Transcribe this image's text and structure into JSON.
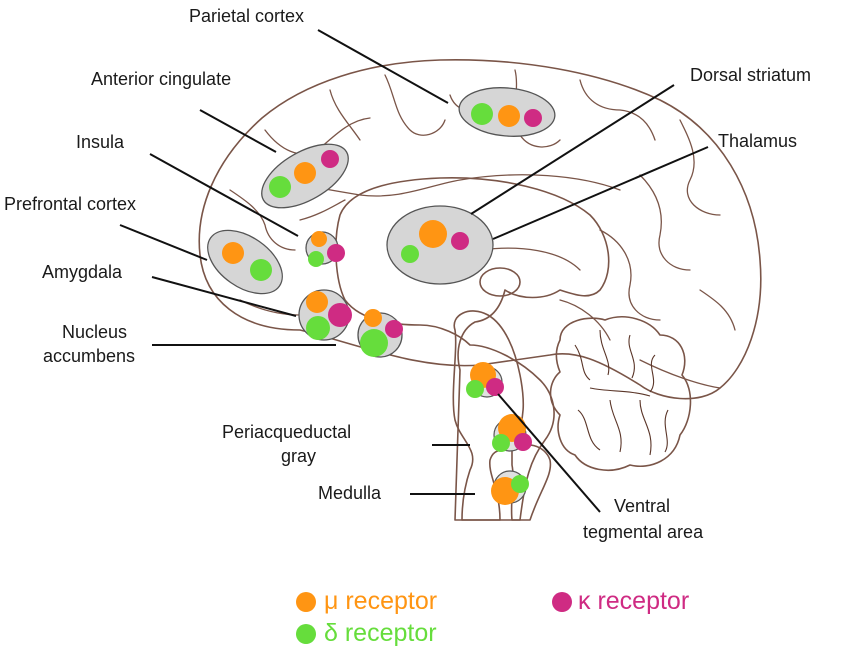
{
  "colors": {
    "mu": "#ff9513",
    "delta": "#66dd3c",
    "kappa": "#cf2b83",
    "region_fill": "#d6d6d6",
    "region_stroke": "#555555",
    "cortex_fill": "#ffffff",
    "brain_outline": "#7a5548",
    "diencephalon_fill": "#e6cbbb",
    "brainstem_fill": "#b9b9b9",
    "cerebellum_fill": "#636363"
  },
  "labels": {
    "parietal_cortex": "Parietal cortex",
    "anterior_cingulate": "Anterior cingulate",
    "insula": "Insula",
    "prefrontal_cortex": "Prefrontal cortex",
    "amygdala": "Amygdala",
    "nucleus_accumbens_1": "Nucleus",
    "nucleus_accumbens_2": "accumbens",
    "dorsal_striatum": "Dorsal striatum",
    "thalamus": "Thalamus",
    "periaqueductal_gray_1": "Periacqueductal",
    "periaqueductal_gray_2": "gray",
    "medulla": "Medulla",
    "vta_1": "Ventral",
    "vta_2": "tegmental area"
  },
  "regions": [
    {
      "name": "Parietal cortex",
      "receptors": [
        "delta",
        "mu",
        "kappa"
      ]
    },
    {
      "name": "Anterior cingulate",
      "receptors": [
        "delta",
        "mu",
        "kappa"
      ]
    },
    {
      "name": "Insula",
      "receptors": [
        "mu",
        "kappa",
        "delta"
      ]
    },
    {
      "name": "Prefrontal cortex",
      "receptors": [
        "mu",
        "delta"
      ]
    },
    {
      "name": "Amygdala",
      "receptors": [
        "mu",
        "kappa",
        "delta"
      ]
    },
    {
      "name": "Nucleus accumbens",
      "receptors": [
        "mu",
        "kappa",
        "delta"
      ]
    },
    {
      "name": "Dorsal striatum",
      "receptors": [
        "mu",
        "kappa",
        "delta"
      ]
    },
    {
      "name": "Thalamus",
      "receptors": [
        "mu",
        "kappa",
        "delta"
      ]
    },
    {
      "name": "Ventral tegmental area",
      "receptors": [
        "mu",
        "delta",
        "kappa"
      ]
    },
    {
      "name": "Periacqueductal gray",
      "receptors": [
        "mu",
        "delta",
        "kappa"
      ]
    },
    {
      "name": "Medulla",
      "receptors": [
        "mu",
        "delta"
      ]
    }
  ],
  "legend": [
    {
      "key": "mu",
      "label": "μ receptor",
      "color": "#ff9513"
    },
    {
      "key": "kappa",
      "label": "κ receptor",
      "color": "#cf2b83"
    },
    {
      "key": "delta",
      "label": "δ receptor",
      "color": "#66dd3c"
    }
  ]
}
